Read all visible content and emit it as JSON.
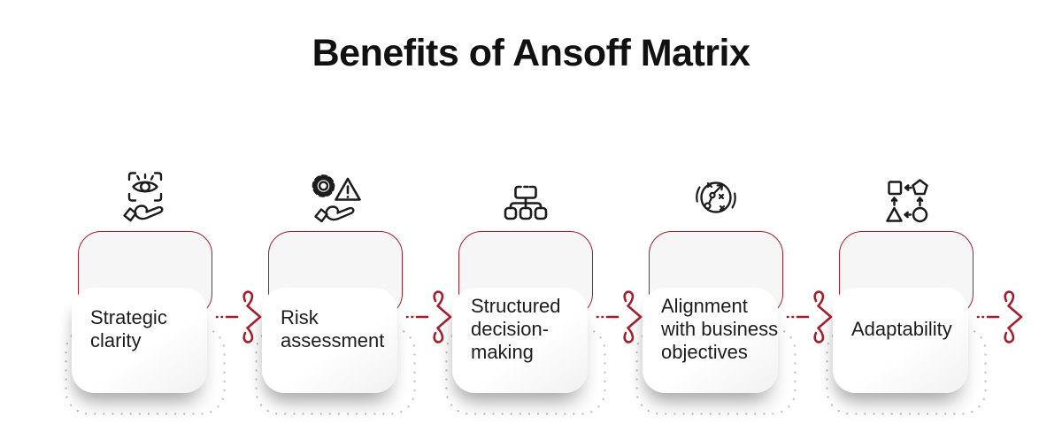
{
  "title": "Benefits of Ansoff Matrix",
  "colors": {
    "accent_red": "#A31F2E",
    "card_fill": "#F6F6F6",
    "icon_stroke": "#1C1C1C",
    "dotted_gray": "#BDBDBD",
    "text_dark": "#1C1C1C",
    "background": "#FFFFFF"
  },
  "flow": {
    "arrow_icon": "curly-chevron-arrow-icon",
    "direction": "left-to-right",
    "arrow_count": 5
  },
  "cards": [
    {
      "label": "Strategic clarity",
      "icon": "eye-scan-hand-icon"
    },
    {
      "label": "Risk assessment",
      "icon": "gear-warning-hand-icon"
    },
    {
      "label": "Structured decision-making",
      "icon": "hierarchy-icon"
    },
    {
      "label": "Alignment with business objectives",
      "icon": "strategy-plan-icon"
    },
    {
      "label": "Adaptability",
      "icon": "shapes-cycle-icon"
    }
  ]
}
